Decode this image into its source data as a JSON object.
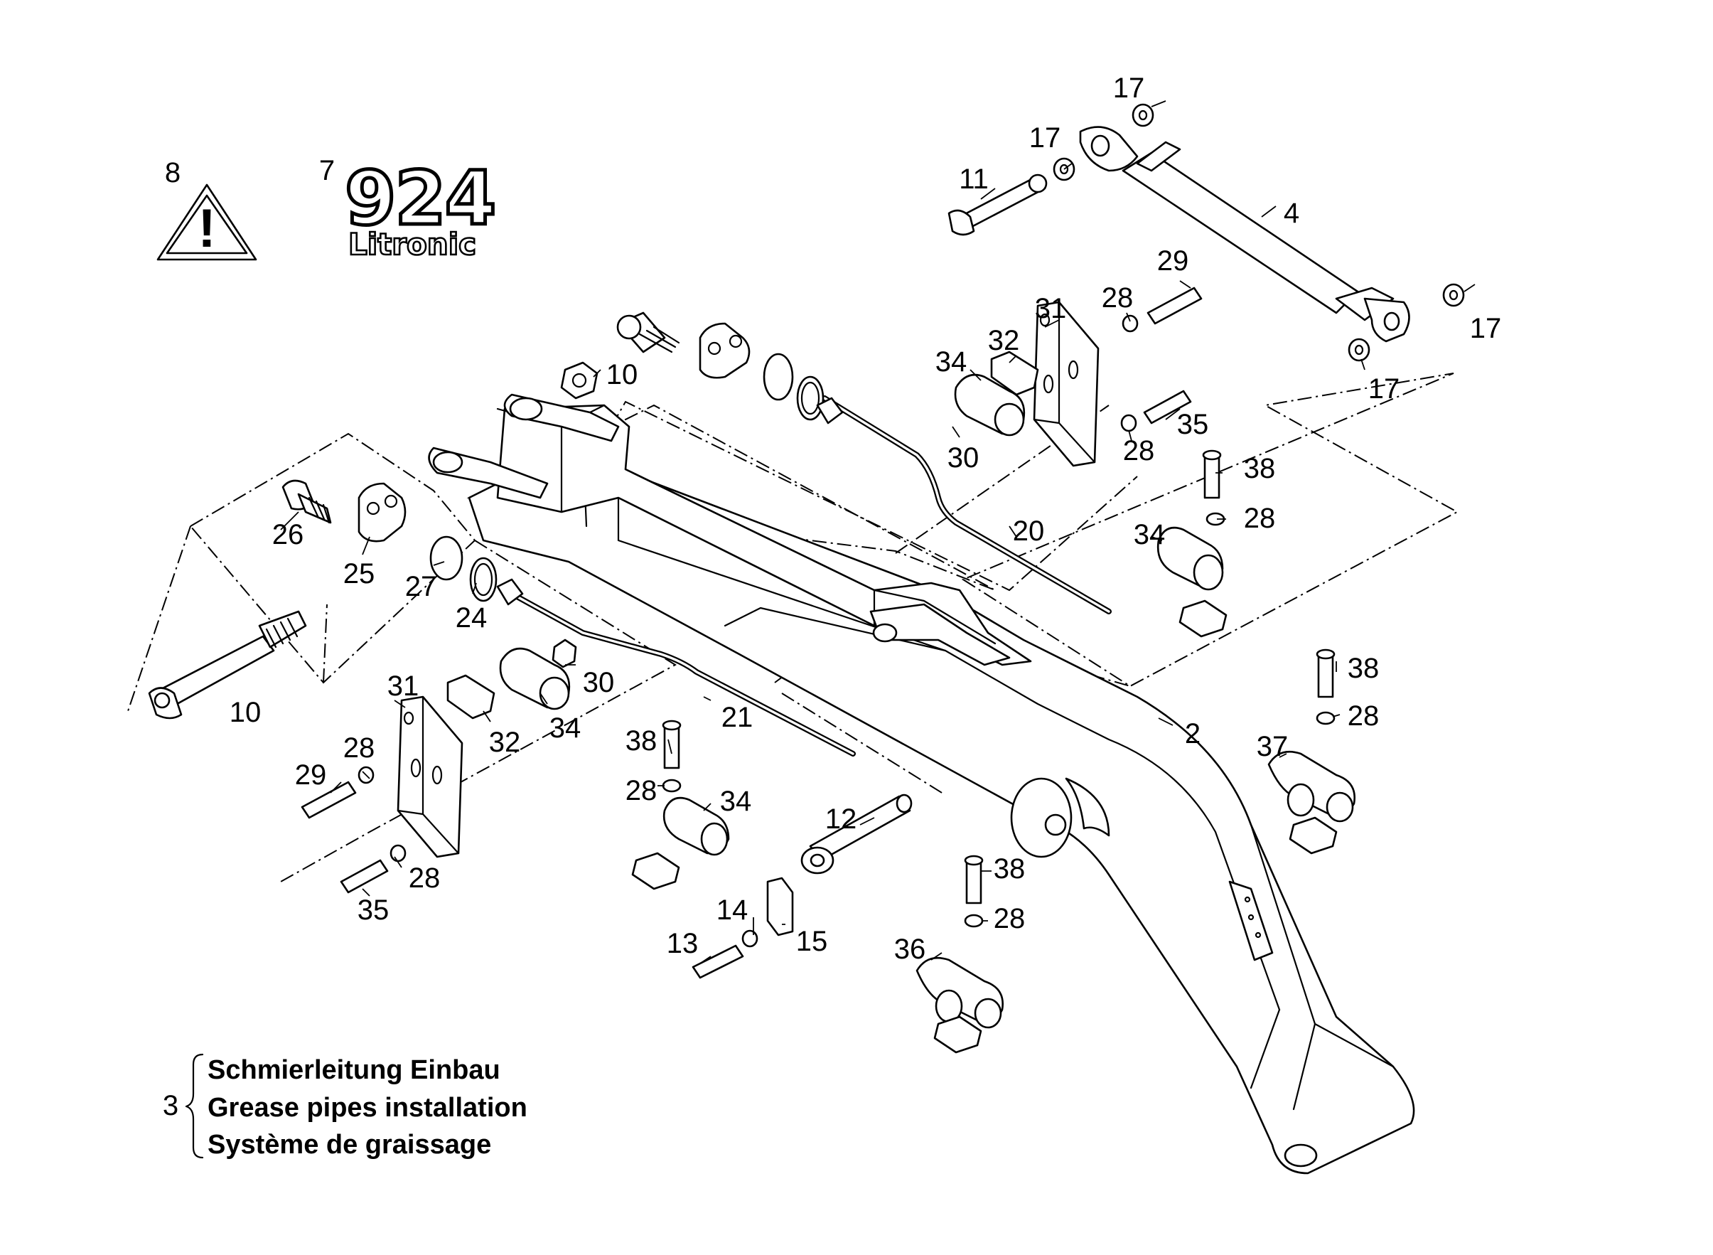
{
  "title_block": {
    "number": "3",
    "lines": [
      "Schmierleitung Einbau",
      "Grease pipes installation",
      "Système de graissage"
    ]
  },
  "warning": {
    "number": "8",
    "symbol": "!",
    "icon": "warning-triangle-icon"
  },
  "logo": {
    "number": "7",
    "model": "924",
    "brand": "Litronic"
  },
  "callouts": [
    "17",
    "17",
    "11",
    "4",
    "29",
    "28",
    "31",
    "32",
    "34",
    "17",
    "17",
    "10",
    "35",
    "30",
    "28",
    "38",
    "28",
    "20",
    "34",
    "26",
    "25",
    "27",
    "24",
    "10",
    "31",
    "30",
    "32",
    "34",
    "21",
    "28",
    "29",
    "38",
    "28",
    "34",
    "28",
    "35",
    "12",
    "14",
    "13",
    "15",
    "38",
    "28",
    "36",
    "38",
    "28",
    "37",
    "2"
  ]
}
